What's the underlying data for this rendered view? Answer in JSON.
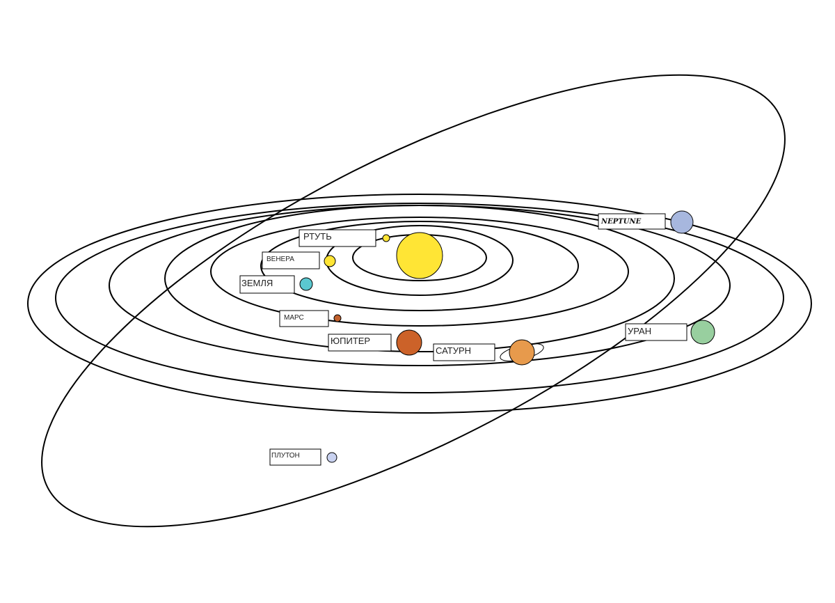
{
  "colors": {
    "sun": "#ffe535",
    "mercury": "#ffe535",
    "venus": "#ffe535",
    "earth": "#5bc8d0",
    "mars": "#c1602c",
    "jupiter": "#cc6229",
    "saturn": "#e79a4c",
    "uranus": "#98cf9f",
    "neptune": "#a7b7de",
    "pluto": "#c9d2f0",
    "orbit": "#000000"
  },
  "labels": {
    "mercury": "РТУТЬ",
    "venus": "ВЕНЕРА",
    "earth": "ЗЕМЛЯ",
    "mars": "МАРС",
    "jupiter": "ЮПИТЕР",
    "saturn": "САТУРН",
    "uranus": "УРАН",
    "neptune": "NEPTUNE",
    "pluto": "ПЛУТОН"
  },
  "icons": {
    "sun": "sun-icon",
    "planets": "planet-circle-icon",
    "saturn_ring": "ring-icon"
  }
}
